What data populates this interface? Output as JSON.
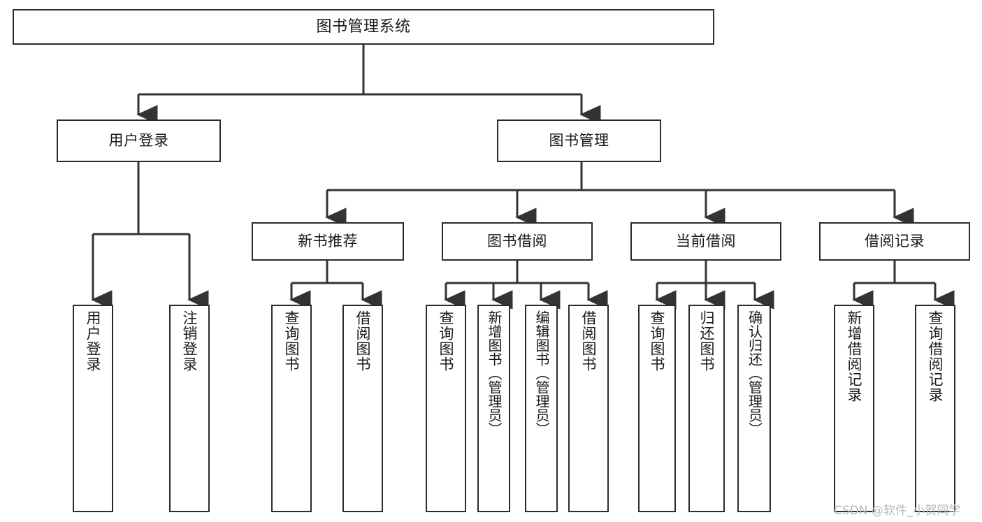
{
  "diagram": {
    "title": "图书管理系统",
    "type": "hierarchy-tree",
    "colors": {
      "box_border": "#2b2b2b",
      "box_fill": "#ffffff",
      "connector": "#333333",
      "text": "#1a1a1a",
      "watermark": "#b9b9b9",
      "background": "#ffffff"
    },
    "levels": {
      "root": {
        "label": "图书管理系统"
      },
      "level2": [
        {
          "id": "user-login",
          "label": "用户登录"
        },
        {
          "id": "book-manage",
          "label": "图书管理"
        }
      ],
      "level3": [
        {
          "id": "new-book-recommend",
          "label": "新书推荐"
        },
        {
          "id": "book-borrow",
          "label": "图书借阅"
        },
        {
          "id": "current-borrow",
          "label": "当前借阅"
        },
        {
          "id": "borrow-record",
          "label": "借阅记录"
        }
      ],
      "leaves": {
        "user-login": [
          {
            "id": "leaf-user-login",
            "label": "用户登录"
          },
          {
            "id": "leaf-user-logout",
            "label": "注销登录"
          }
        ],
        "new-book-recommend": [
          {
            "id": "leaf-query-book-1",
            "label": "查询图书"
          },
          {
            "id": "leaf-borrow-book-1",
            "label": "借阅图书"
          }
        ],
        "book-borrow": [
          {
            "id": "leaf-query-book-2",
            "label": "查询图书"
          },
          {
            "id": "leaf-add-book-admin",
            "label": "新增图书（管理员）"
          },
          {
            "id": "leaf-edit-book-admin",
            "label": "编辑图书（管理员）"
          },
          {
            "id": "leaf-borrow-book-2",
            "label": "借阅图书"
          }
        ],
        "current-borrow": [
          {
            "id": "leaf-query-book-3",
            "label": "查询图书"
          },
          {
            "id": "leaf-return-book",
            "label": "归还图书"
          },
          {
            "id": "leaf-confirm-return-admin",
            "label": "确认归还（管理员）"
          }
        ],
        "borrow-record": [
          {
            "id": "leaf-add-borrow-record",
            "label": "新增借阅记录"
          },
          {
            "id": "leaf-query-borrow-record",
            "label": "查询借阅记录"
          }
        ]
      }
    }
  },
  "watermark": {
    "text": "CSDN @软件_小贺同学"
  }
}
